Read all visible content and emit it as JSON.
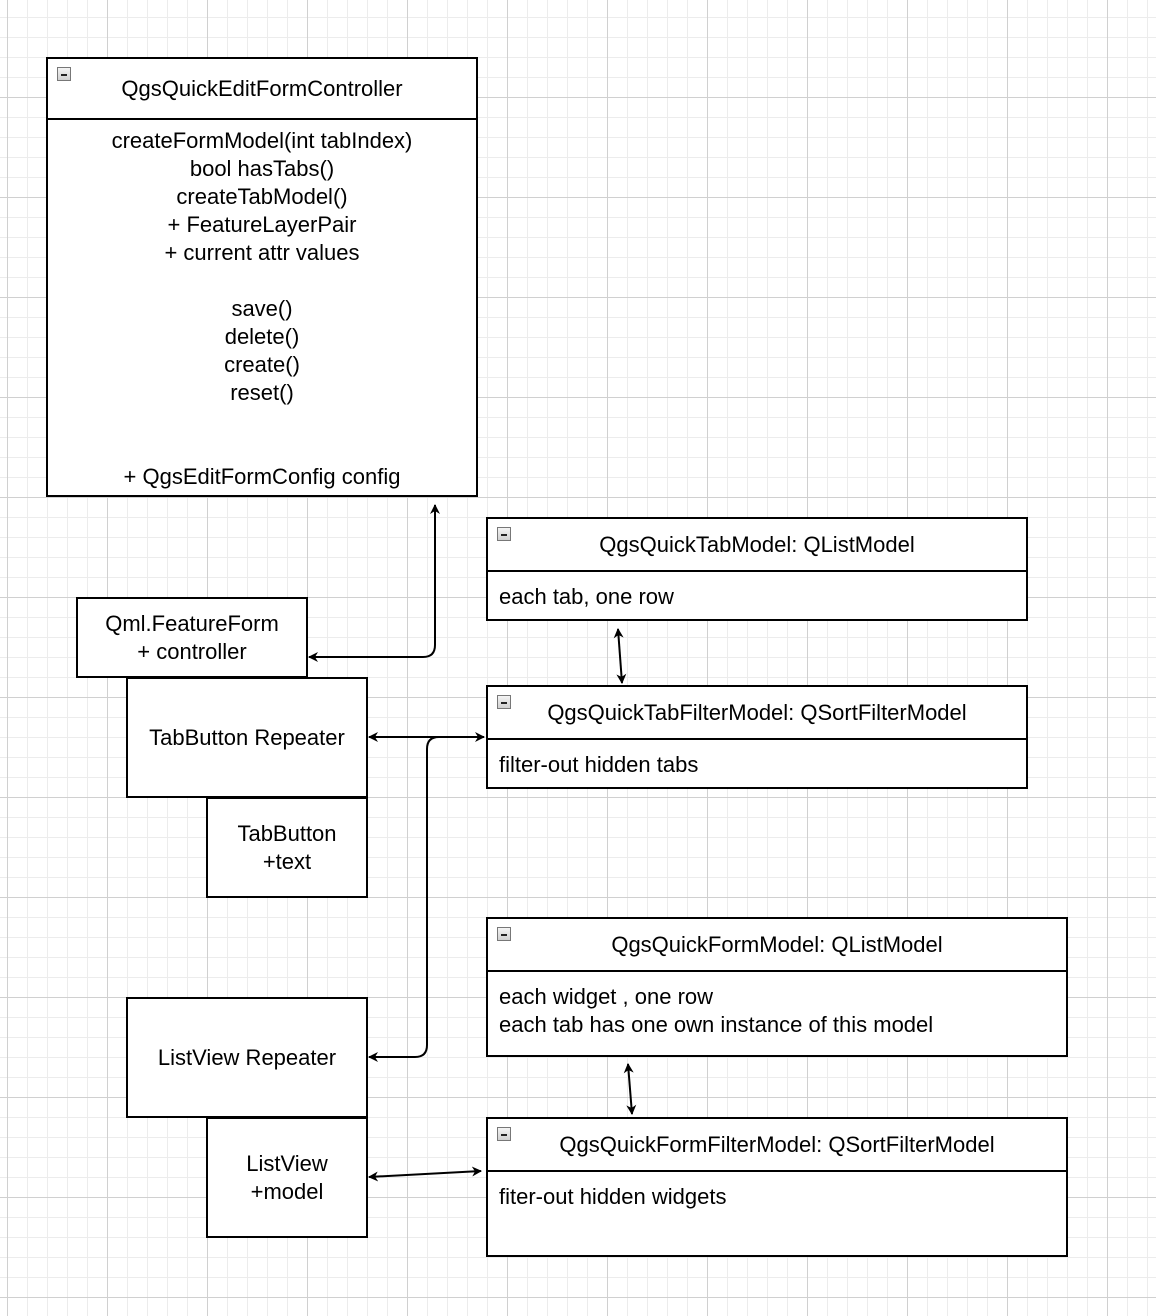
{
  "classes": {
    "controller": {
      "title": "QgsQuickEditFormController",
      "body": "createFormModel(int tabIndex)\nbool hasTabs()\ncreateTabModel()\n+ FeatureLayerPair\n+ current attr values\n\nsave()\ndelete()\ncreate()\nreset()\n\n\n+ QgsEditFormConfig config"
    },
    "tab_model": {
      "title": "QgsQuickTabModel: QListModel",
      "body": "each tab, one row"
    },
    "tab_filter_model": {
      "title": "QgsQuickTabFilterModel: QSortFilterModel",
      "body": "filter-out hidden tabs"
    },
    "form_model": {
      "title": "QgsQuickFormModel: QListModel",
      "body": "each widget , one row\neach tab has one own instance of this model"
    },
    "form_filter_model": {
      "title": "QgsQuickFormFilterModel: QSortFilterModel",
      "body": "fiter-out hidden widgets"
    }
  },
  "nodes": {
    "feature_form": "Qml.FeatureForm\n+ controller",
    "tab_button_repeater": "TabButton Repeater",
    "tab_button": "TabButton\n+text",
    "list_view_repeater": "ListView Repeater",
    "list_view": "ListView\n+model"
  }
}
